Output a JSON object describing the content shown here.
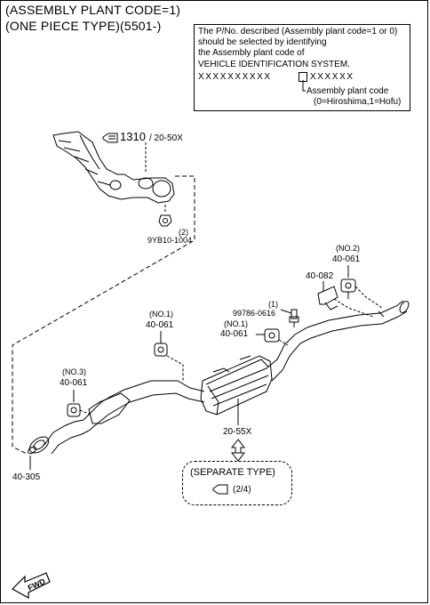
{
  "header": {
    "line1": "(ASSEMBLY PLANT CODE=1)",
    "line2": "(ONE PIECE TYPE)(5501-)"
  },
  "note": {
    "line1": "The P/No. described (Assembly plant code=1 or 0)",
    "line2": "should be selected by identifying",
    "line3": "the Assembly plant code of",
    "line4": "VEHICLE IDENTIFICATION SYSTEM.",
    "vin_left": "XXXXXXXXXX",
    "vin_right": "XXXXXX",
    "callout1": "Assembly plant code",
    "callout2": "(0=Hiroshima,1=Hofu)"
  },
  "parts": {
    "manifold_ref_bold": "1310",
    "manifold_ref_rest": "/ 20-50X",
    "nut_qty": "(2)",
    "nut_pn": "9YB10-1004",
    "hanger_no2_tag": "(NO.2)",
    "hanger_no2_pn": "40-061",
    "bracket_pn": "40-082",
    "bolt_qty": "(1)",
    "bolt_pn": "99786-0616",
    "hanger_no1_right_tag": "(NO.1)",
    "hanger_no1_right_pn": "40-061",
    "hanger_no1_left_tag": "(NO.1)",
    "hanger_no1_left_pn": "40-061",
    "hanger_no3_tag": "(NO.3)",
    "hanger_no3_pn": "40-061",
    "gasket_pn": "40-305",
    "muffler_pn": "20-55X"
  },
  "separate": {
    "title": "(SEPARATE TYPE)",
    "ref": "(2/4)"
  },
  "fwd_label": "FWD"
}
